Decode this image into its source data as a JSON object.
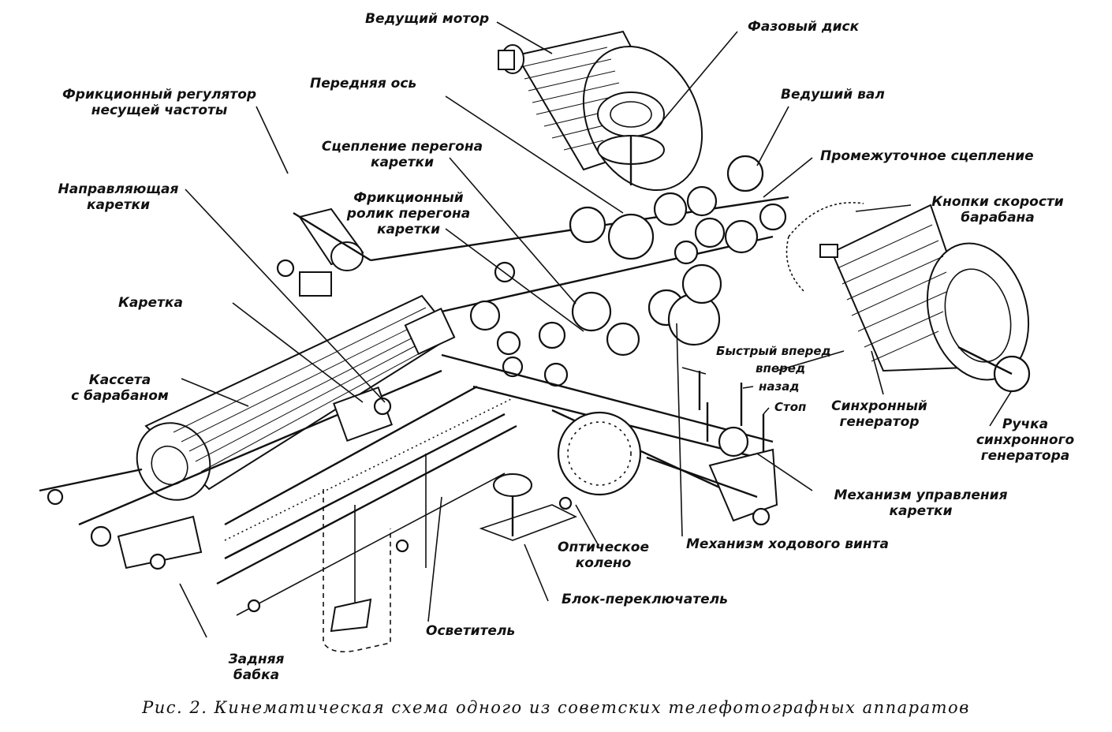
{
  "labels": {
    "drive_motor": "Ведущий мотор",
    "phase_disk": "Фазовый диск",
    "front_axis": "Передняя ось",
    "drive_shaft": "Ведуший вал",
    "friction_regulator_1": "Фрикционный регулятор",
    "friction_regulator_2": "несущей частоты",
    "carriage_clutch_1": "Сцепление перегона",
    "carriage_clutch_2": "каретки",
    "intermediate_clutch": "Промежуточное сцепление",
    "carriage_guide_1": "Направляющая",
    "carriage_guide_2": "каретки",
    "friction_roller_1": "Фрикционный",
    "friction_roller_2": "ролик перегона",
    "friction_roller_3": "каретки",
    "drum_speed_buttons_1": "Кнопки скорости",
    "drum_speed_buttons_2": "барабана",
    "carriage": "Каретка",
    "fast_forward": "Быстрый вперед",
    "forward": "вперед",
    "back": "назад",
    "stop": "Стоп",
    "cassette_1": "Кассета",
    "cassette_2": "с барабаном",
    "sync_generator_1": "Синхронный",
    "sync_generator_2": "генератор",
    "sync_handle_1": "Ручка",
    "sync_handle_2": "синхронного",
    "sync_handle_3": "генератора",
    "carriage_control_1": "Механизм управления",
    "carriage_control_2": "каретки",
    "optical_elbow_1": "Оптическое",
    "optical_elbow_2": "колено",
    "lead_screw_mech": "Механизм ходового винта",
    "switch_block": "Блок-переключатель",
    "illuminator": "Осветитель",
    "tailstock_1": "Задняя",
    "tailstock_2": "бабка"
  },
  "caption": "Рис. 2. Кинематическая схема одного из советских телефотографных аппаратов"
}
